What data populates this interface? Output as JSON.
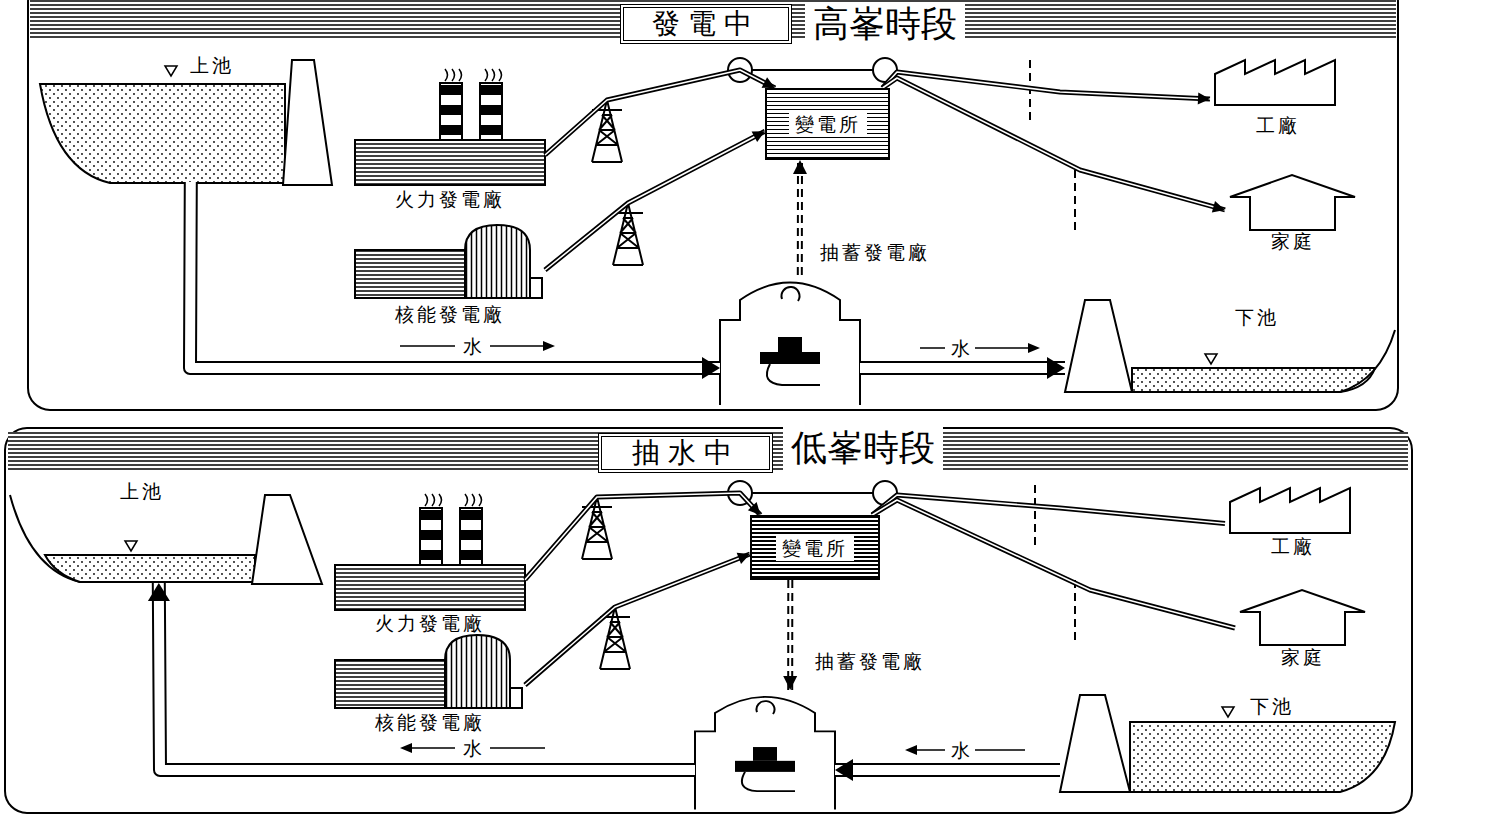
{
  "diagram": {
    "nodes": [
      {
        "text": [
          "發電中"
        ]
      },
      {
        "text": [
          "上池"
        ]
      },
      {
        "text": [
          "火力發電廠"
        ]
      },
      {
        "text": [
          "核能發電廠"
        ]
      },
      {
        "text": [
          "變電所"
        ]
      },
      {
        "text": [
          "工廠"
        ]
      },
      {
        "text": [
          "家庭"
        ]
      },
      {
        "text": [
          "抽蓄發電廠"
        ]
      },
      {
        "text": [
          "下池"
        ]
      },
      {
        "text": [
          "抽水中"
        ]
      },
      {
        "text": [
          "上池"
        ]
      },
      {
        "text": [
          "火力發電廠"
        ]
      },
      {
        "text": [
          "核能發電廠"
        ]
      },
      {
        "text": [
          "變電所"
        ]
      },
      {
        "text": [
          "工廠"
        ]
      },
      {
        "text": [
          "家庭"
        ]
      },
      {
        "text": [
          "抽蓄發電廠"
        ]
      },
      {
        "text": [
          "下池"
        ]
      }
    ],
    "edges": [
      {
        "from": 2,
        "to": 4,
        "arrow": "to"
      },
      {
        "from": 3,
        "to": 4,
        "arrow": "to"
      },
      {
        "from": 4,
        "to": 5,
        "arrow": "to"
      },
      {
        "from": 4,
        "to": 6,
        "arrow": "to"
      },
      {
        "from": 7,
        "to": 4,
        "arrow": "to"
      },
      {
        "from": 1,
        "to": 7,
        "label": "水",
        "arrow": "to"
      },
      {
        "from": 7,
        "to": 8,
        "label": "水",
        "arrow": "to"
      },
      {
        "from": 11,
        "to": 13,
        "arrow": "to"
      },
      {
        "from": 12,
        "to": 13,
        "arrow": "to"
      },
      {
        "from": 13,
        "to": 14,
        "arrow": "none"
      },
      {
        "from": 13,
        "to": 15,
        "arrow": "none"
      },
      {
        "from": 13,
        "to": 16,
        "arrow": "to"
      },
      {
        "from": 17,
        "to": 16,
        "label": "水",
        "arrow": "to"
      },
      {
        "from": 16,
        "to": 10,
        "label": "水",
        "arrow": "to"
      }
    ],
    "labels": [
      "高峯時段",
      "低峯時段"
    ]
  }
}
